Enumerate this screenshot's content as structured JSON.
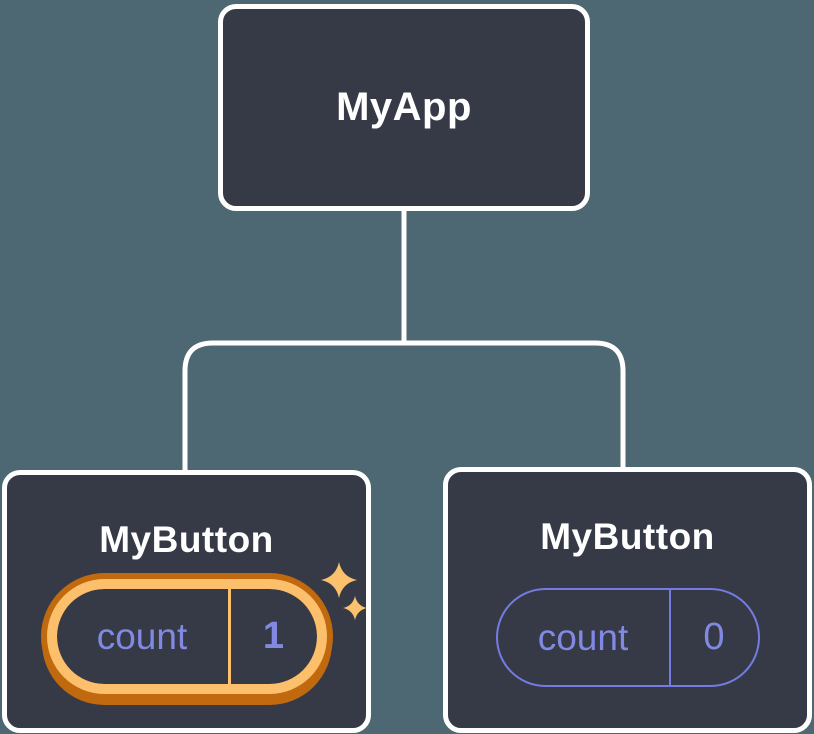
{
  "diagram": {
    "title": "component-state-tree",
    "colors": {
      "background": "#4d6872",
      "node_fill": "#353a46",
      "node_border": "#ffffff",
      "connector": "#ffffff",
      "state_text": "#8289e2",
      "plain_pill_border": "#757ce1",
      "highlight_ring_inner": "#fcbf6c",
      "highlight_ring_outer": "#c1690f",
      "sparkle": "#fbc16d"
    },
    "root": {
      "label": "MyApp"
    },
    "children": [
      {
        "label": "MyButton",
        "highlighted": true,
        "state": {
          "key": "count",
          "value": "1"
        },
        "icon": "sparkles-icon"
      },
      {
        "label": "MyButton",
        "highlighted": false,
        "state": {
          "key": "count",
          "value": "0"
        }
      }
    ]
  }
}
